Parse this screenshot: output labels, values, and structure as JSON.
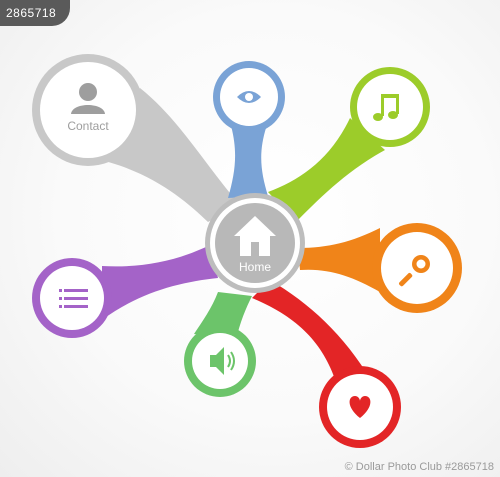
{
  "watermark": {
    "top_left": "2865718",
    "bottom_right": "© Dollar Photo Club #2865718"
  },
  "center": {
    "label": "Home",
    "icon": "house-icon"
  },
  "nodes": [
    {
      "id": "contact",
      "label": "Contact",
      "icon": "user-icon",
      "color": "#c8c8c8"
    },
    {
      "id": "view",
      "label": "",
      "icon": "eye-icon",
      "color": "#7aa3d6"
    },
    {
      "id": "music",
      "label": "",
      "icon": "music-note-icon",
      "color": "#9ccc2a"
    },
    {
      "id": "search",
      "label": "",
      "icon": "magnifier-icon",
      "color": "#f08419"
    },
    {
      "id": "favorite",
      "label": "",
      "icon": "heart-icon",
      "color": "#e32526"
    },
    {
      "id": "sound",
      "label": "",
      "icon": "speaker-icon",
      "color": "#6cc46a"
    },
    {
      "id": "menu",
      "label": "",
      "icon": "list-icon",
      "color": "#a463c8"
    }
  ]
}
